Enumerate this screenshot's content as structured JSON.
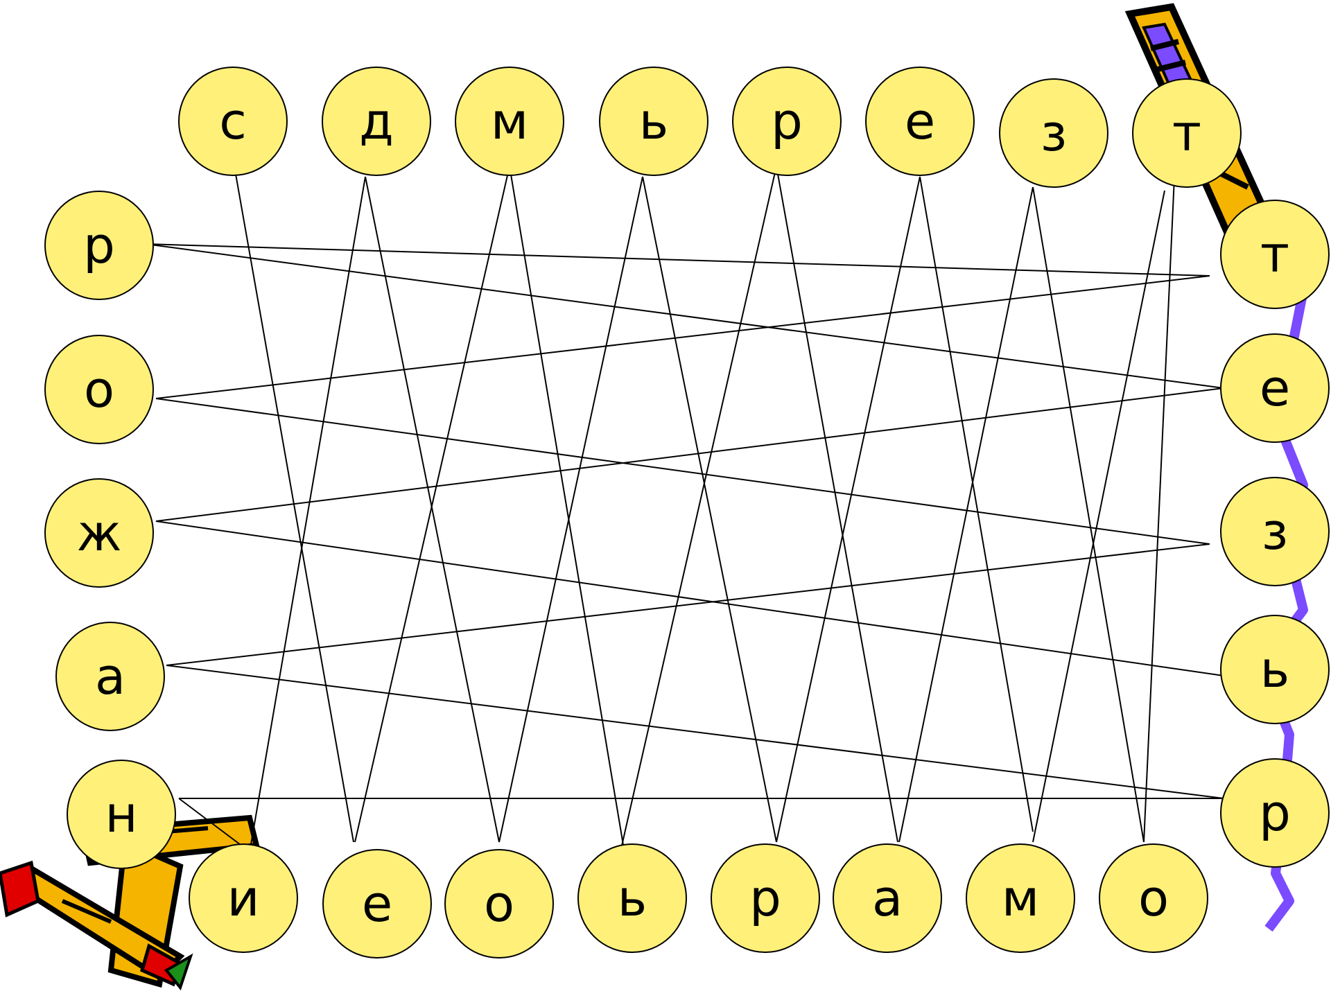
{
  "puzzle": {
    "top_row": [
      "с",
      "д",
      "м",
      "ь",
      "р",
      "е",
      "з",
      "т"
    ],
    "left_column": [
      "р",
      "о",
      "ж",
      "а",
      "н"
    ],
    "right_column": [
      "т",
      "е",
      "з",
      "ь",
      "р"
    ],
    "bottom_row": [
      "и",
      "е",
      "о",
      "ь",
      "р",
      "а",
      "м",
      "о"
    ]
  },
  "colors": {
    "circle_fill": "#FFF07A",
    "circle_stroke": "#000000",
    "line_color": "#000000",
    "background": "#ffffff"
  },
  "decor": {
    "top_right": "pencil-icon",
    "right_edge": "purple-ribbon",
    "bottom_left": "pencils-icon"
  }
}
